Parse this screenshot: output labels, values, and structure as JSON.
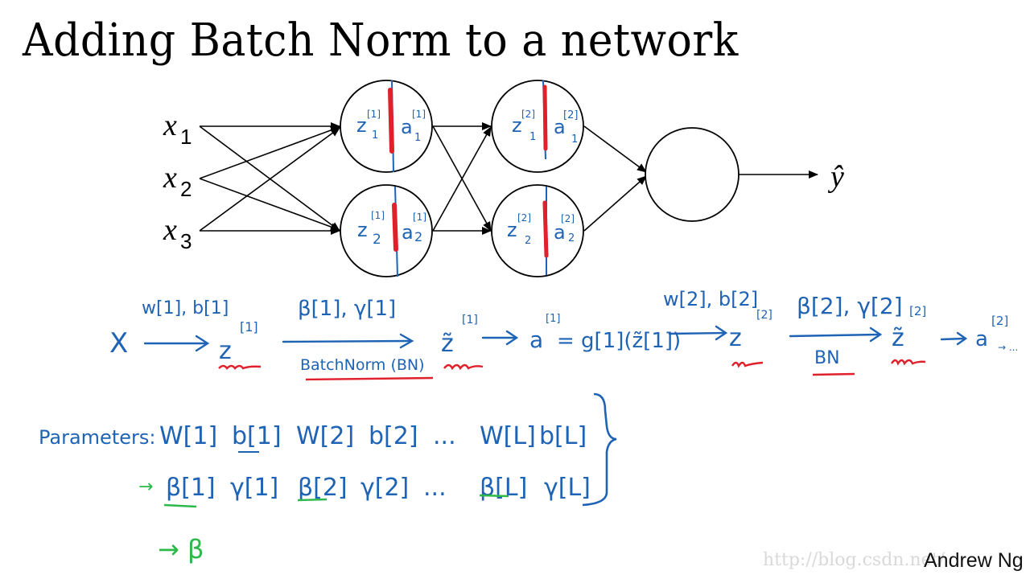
{
  "title": "Adding Batch Norm to a network",
  "network": {
    "inputs": [
      {
        "var": "x",
        "sub": "1"
      },
      {
        "var": "x",
        "sub": "2"
      },
      {
        "var": "x",
        "sub": "3"
      }
    ],
    "layer1_nodes": [
      {
        "z": "z",
        "z_sup": "[1]",
        "z_sub": "1",
        "a": "a",
        "a_sup": "[1]",
        "a_sub": "1"
      },
      {
        "z": "z",
        "z_sup": "[1]",
        "z_sub": "2",
        "a": "a",
        "a_sup": "[1]",
        "a_sub": "2"
      }
    ],
    "layer2_nodes": [
      {
        "z": "z",
        "z_sup": "[2]",
        "z_sub": "1",
        "a": "a",
        "a_sup": "[2]",
        "a_sub": "1"
      },
      {
        "z": "z",
        "z_sup": "[2]",
        "z_sub": "2",
        "a": "a",
        "a_sup": "[2]",
        "a_sub": "2"
      }
    ],
    "output_label": "ŷ"
  },
  "flow": {
    "x": "X",
    "params1": "w[1], b[1]",
    "z1": "z",
    "z1_sup": "[1]",
    "bn_params1": "β[1], γ[1]",
    "bn_label1": "BatchNorm (BN)",
    "ztilde1": "z̃",
    "ztilde1_sup": "[1]",
    "a1": "a",
    "a1_sup": "[1]",
    "g_expr": "= g[1](z̃[1])",
    "params2": "w[2], b[2]",
    "z2": "z",
    "z2_sup": "[2]",
    "bn_params2": "β[2], γ[2]",
    "bn_label2": "BN",
    "ztilde2": "z̃",
    "ztilde2_sup": "[2]",
    "a2": "a",
    "a2_sup": "[2]",
    "continuation": "→ ..."
  },
  "parameters": {
    "label": "Parameters:",
    "row1": [
      "W[1]",
      "b[1]",
      "W[2]",
      "b[2]",
      "...",
      "W[L]",
      "b[L]"
    ],
    "row2": [
      "β[1]",
      "γ[1]",
      "β[2]",
      "γ[2]",
      "...",
      "β[L]",
      "γ[L]"
    ],
    "note": "→ β"
  },
  "colors": {
    "ink_blue": "#1f63b5",
    "ink_red": "#e0202a",
    "ink_green": "#2db84a",
    "diagram_black": "#000000"
  },
  "watermark": "http://blog.csdn.net/",
  "author": "Andrew Ng"
}
